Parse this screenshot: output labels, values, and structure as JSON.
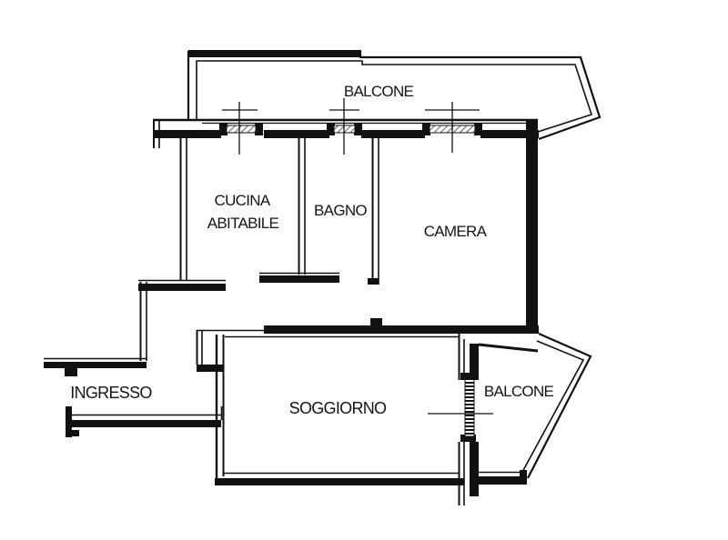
{
  "plan": {
    "type": "apartment-floor-plan",
    "language": "it",
    "colors": {
      "ink": "#111111",
      "paper": "#ffffff",
      "hatch": "#444444"
    },
    "rooms": {
      "balcone_top": "BALCONE",
      "cucina": {
        "line1": "CUCINA",
        "line2": "ABITABILE"
      },
      "bagno": "BAGNO",
      "camera": "CAMERA",
      "ingresso": "INGRESSO",
      "soggiorno": "SOGGIORNO",
      "balcone_bottom": "BALCONE"
    }
  }
}
